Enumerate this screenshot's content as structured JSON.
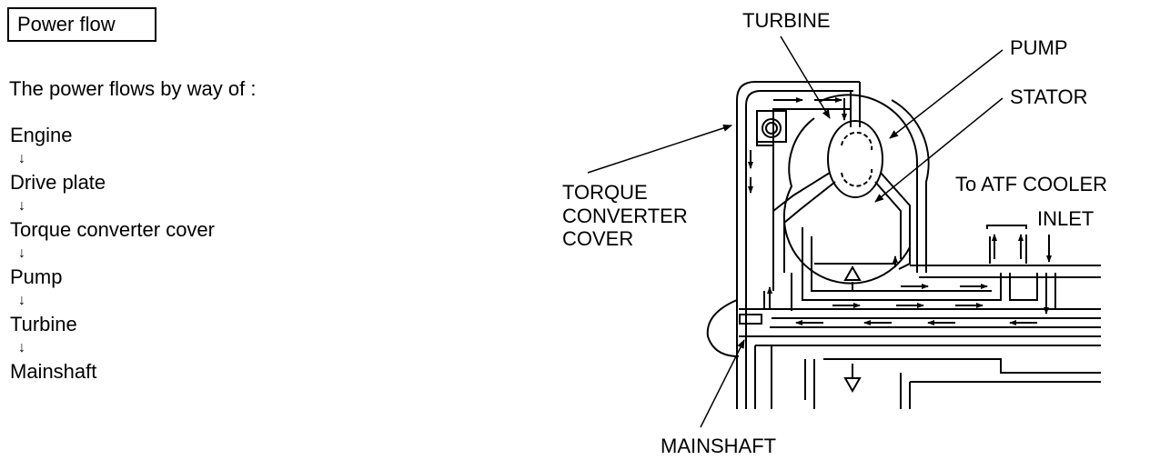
{
  "header": {
    "title": "Power flow"
  },
  "intro": {
    "text": "The power flows by way of :"
  },
  "flow": {
    "steps": [
      "Engine",
      "Drive plate",
      "Torque converter cover",
      "Pump",
      "Turbine",
      "Mainshaft"
    ],
    "arrow": "↓"
  },
  "diagram": {
    "labels": {
      "turbine": "TURBINE",
      "pump": "PUMP",
      "stator": "STATOR",
      "cover_line1": "TORQUE",
      "cover_line2": "CONVERTER",
      "cover_line3": "COVER",
      "atf_cooler": "To ATF COOLER",
      "inlet": "INLET",
      "mainshaft": "MAINSHAFT"
    }
  }
}
